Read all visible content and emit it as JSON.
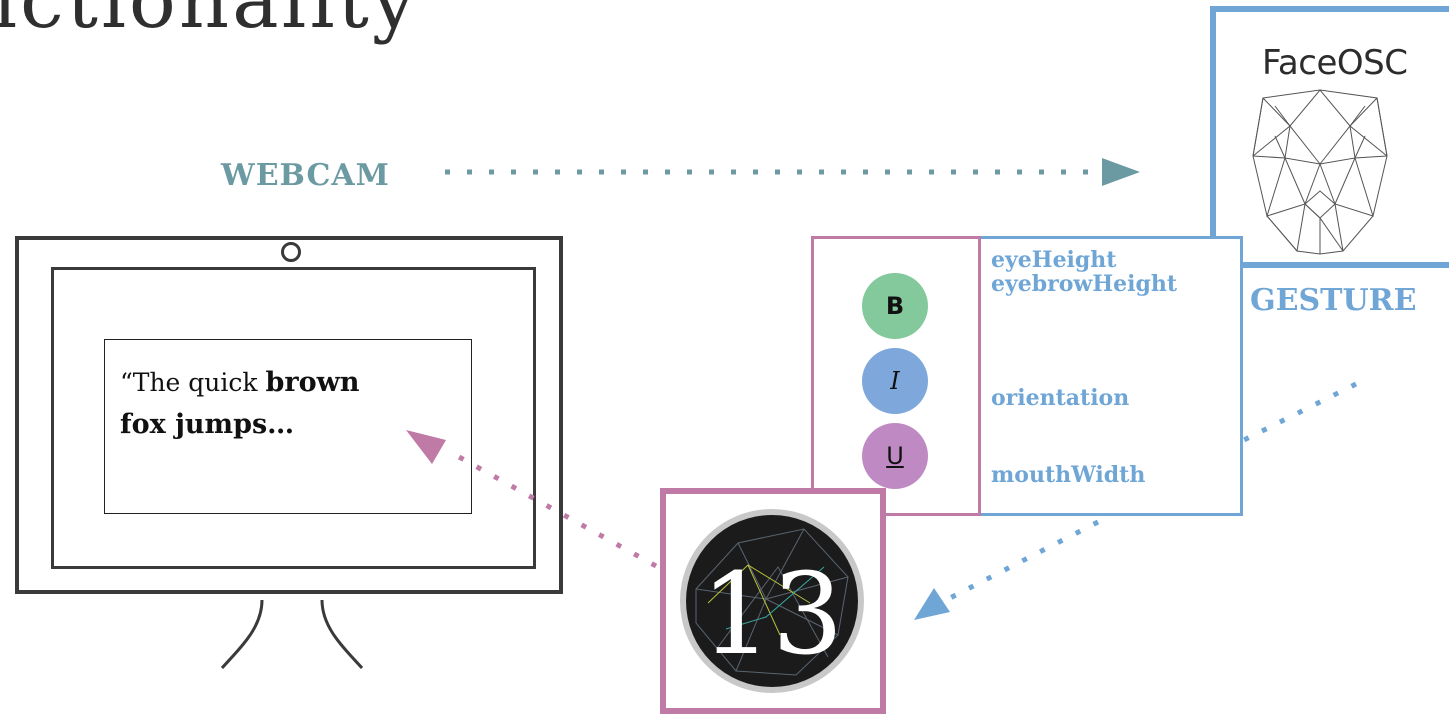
{
  "header": {
    "text": "ictionality"
  },
  "webcam": {
    "label": "WEBCAM"
  },
  "monitor": {
    "text_light": "“The quick ",
    "text_bold_1": "brown",
    "text_bold_2": "fox jumps…"
  },
  "faceosc": {
    "title": "FaceOSC"
  },
  "gesture": {
    "label": "GESTURE"
  },
  "parameters": [
    "eyeHeight",
    "eyebrowHeight",
    "orientation",
    "mouthWidth"
  ],
  "format_buttons": {
    "bold": "B",
    "italic": "I",
    "underline": "U"
  },
  "p5": {
    "logo_text": "13"
  },
  "colors": {
    "webcam": "#6b9aa2",
    "gesture": "#6fa6d6",
    "pink": "#c07aa6",
    "green": "#84c99b",
    "blue": "#7ea7dc",
    "purple": "#bf8ac4"
  }
}
